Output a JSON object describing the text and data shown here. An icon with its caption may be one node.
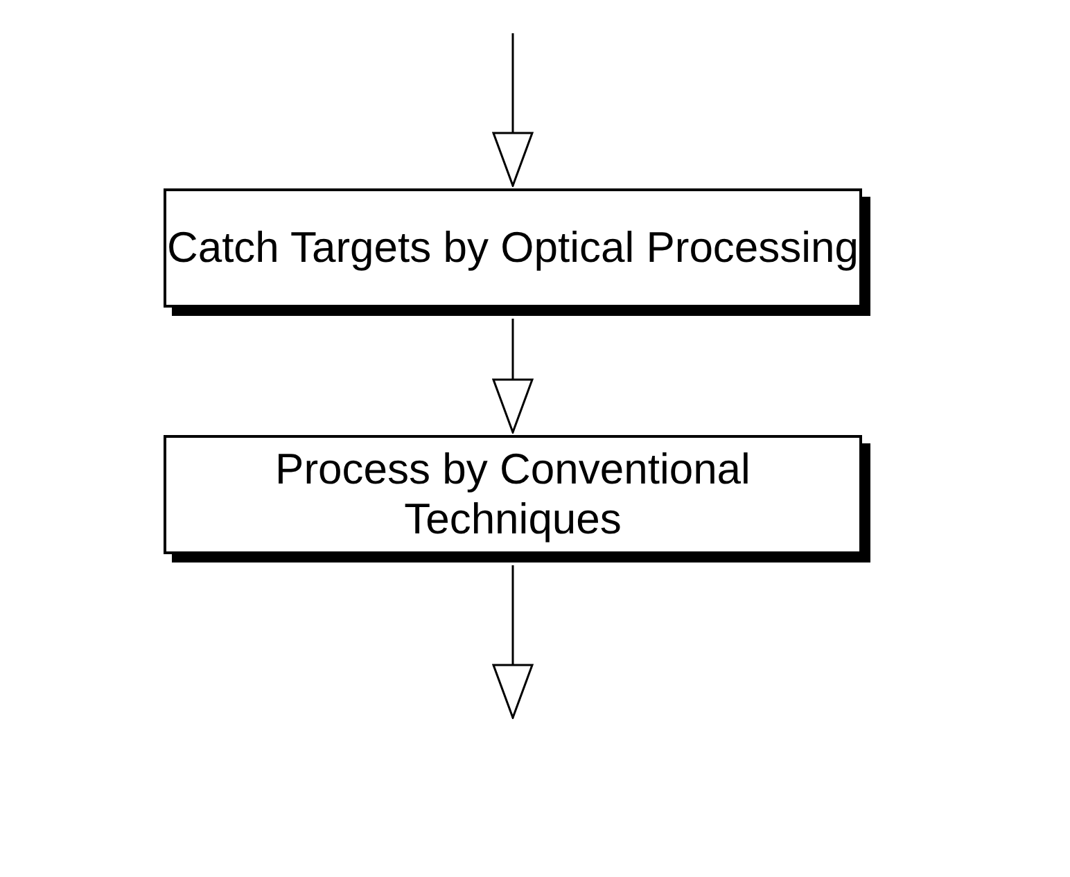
{
  "diagram": {
    "nodes": [
      {
        "text": [
          "Catch Targets by Optical Processing"
        ]
      },
      {
        "text": [
          "Process by Conventional Techniques"
        ]
      }
    ],
    "edges": [
      {
        "from": null,
        "to": 0,
        "arrow": "to"
      },
      {
        "from": 0,
        "to": 1,
        "arrow": "to"
      },
      {
        "from": 1,
        "to": null,
        "arrow": "to"
      }
    ]
  }
}
